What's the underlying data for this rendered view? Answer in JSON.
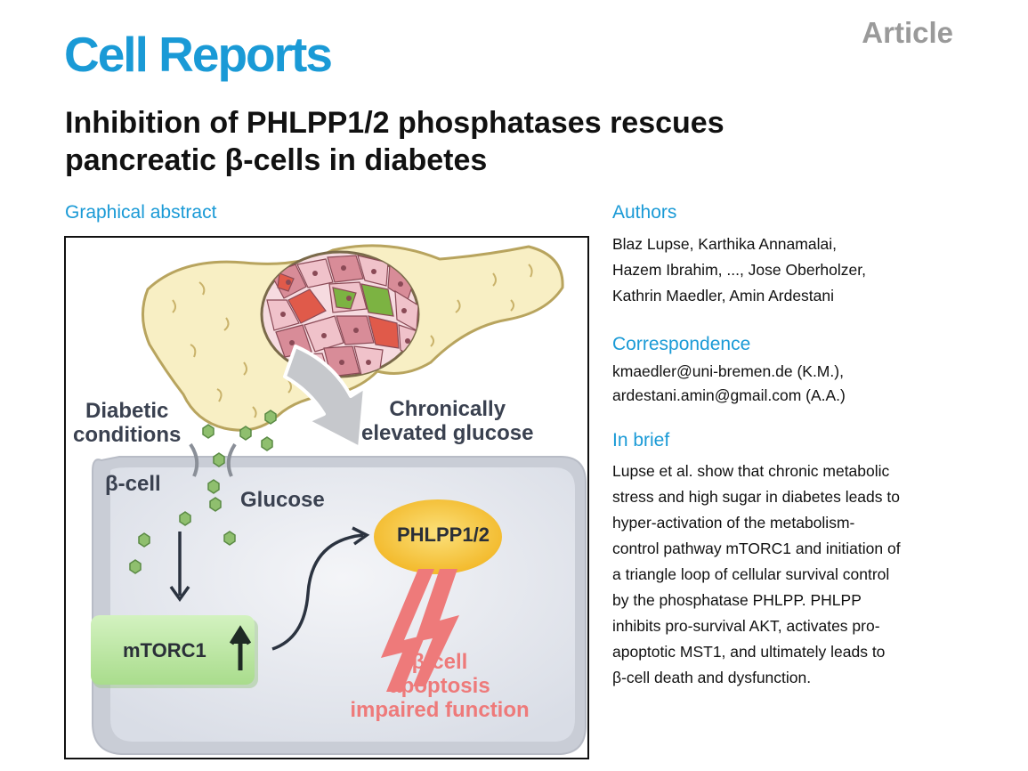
{
  "header": {
    "journal": "Cell Reports",
    "article_type": "Article",
    "title_lines": [
      "Inhibition of PHLPP1/2 phosphatases rescues",
      "pancreatic β-cells in diabetes"
    ]
  },
  "graphical_abstract": {
    "heading": "Graphical abstract",
    "labels": {
      "diabetic": [
        "Diabetic",
        "conditions"
      ],
      "chronic": [
        "Chronically",
        "elevated glucose"
      ],
      "beta_cell": "β-cell",
      "glucose": "Glucose",
      "phlpp": "PHLPP1/2",
      "mtorc": "mTORC1",
      "outcome": [
        "β-cell",
        "apoptosis",
        "impaired function"
      ]
    },
    "colors": {
      "pancreas": "#f8efc4",
      "cell_body": "#e6e9ef",
      "mtorc_box": "#bfe8a6",
      "phlpp_oval": "#f7c23a",
      "lightning": "#ee7a7a",
      "glucose": "#8fbf6e"
    }
  },
  "authors": {
    "heading": "Authors",
    "lines": [
      "Blaz Lupse, Karthika Annamalai,",
      "Hazem Ibrahim, ..., Jose Oberholzer,",
      "Kathrin Maedler, Amin Ardestani"
    ]
  },
  "correspondence": {
    "heading": "Correspondence",
    "lines": [
      "kmaedler@uni-bremen.de (K.M.),",
      "ardestani.amin@gmail.com (A.A.)"
    ]
  },
  "in_brief": {
    "heading": "In brief",
    "lines": [
      "Lupse et al. show that chronic metabolic",
      "stress and high sugar in diabetes leads to",
      "hyper-activation of the metabolism-",
      "control pathway mTORC1 and initiation of",
      "a triangle loop of cellular survival control",
      "by the phosphatase PHLPP. PHLPP",
      "inhibits pro-survival AKT, activates pro-",
      "apoptotic MST1, and ultimately leads to",
      "β-cell death and dysfunction."
    ]
  }
}
